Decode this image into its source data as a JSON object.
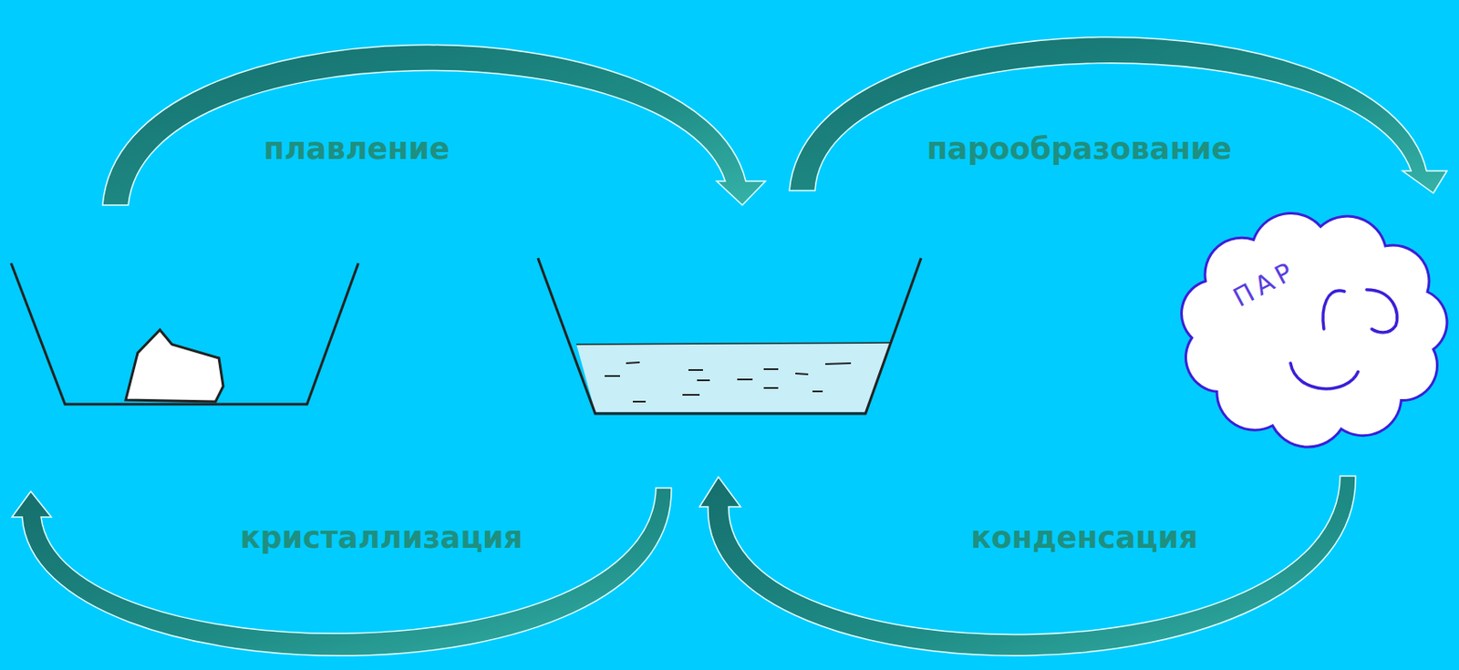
{
  "diagram": {
    "nodes": [
      {
        "text": [
          "ПАР"
        ]
      }
    ],
    "labels": [
      "плавление",
      "парообразование",
      "кристаллизация",
      "конденсация"
    ]
  }
}
